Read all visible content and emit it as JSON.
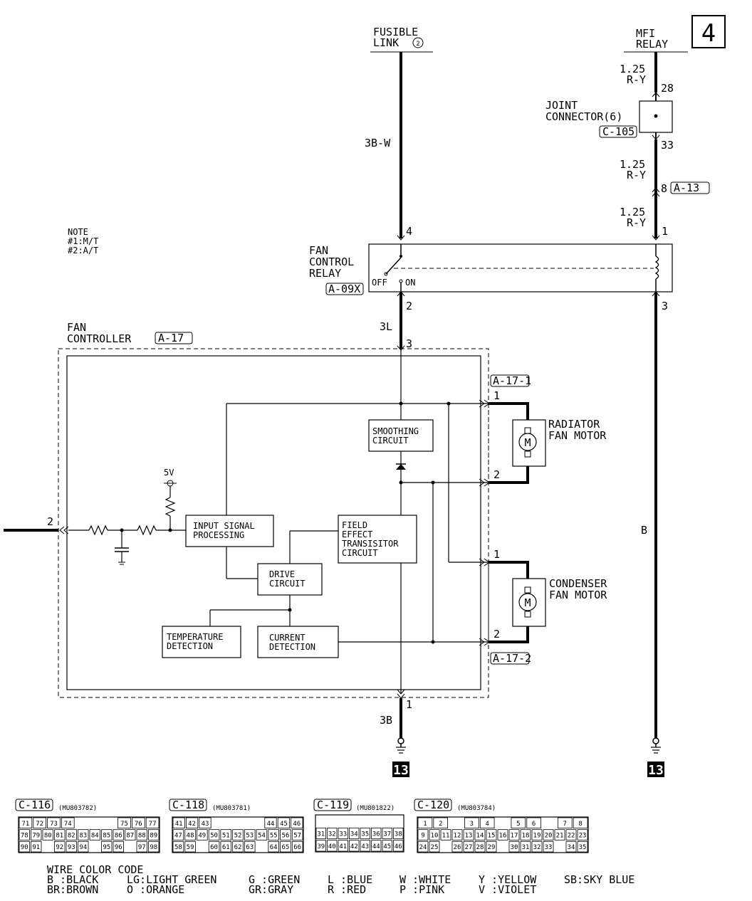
{
  "page_number": "4",
  "note": {
    "title": "NOTE",
    "lines": [
      "#1:M/T",
      "#2:A/T"
    ]
  },
  "top_sources": {
    "fusible_link": {
      "line1": "FUSIBLE",
      "line2": "LINK",
      "number": "2"
    },
    "mfi_relay": {
      "line1": "MFI",
      "line2": "RELAY"
    }
  },
  "joint_connector": {
    "line1": "JOINT",
    "line2": "CONNECTOR(6)",
    "code": "C-105",
    "pin_in": "28",
    "pin_out": "33"
  },
  "wires": {
    "w_3bw": "3B-W",
    "w_ry_1": [
      "1.25",
      "R-Y"
    ],
    "w_ry_2": [
      "1.25",
      "R-Y"
    ],
    "w_ry_3": [
      "1.25",
      "R-Y"
    ],
    "w_3l": "3L",
    "w_3b": "3B",
    "w_b": "B"
  },
  "connector_a13": {
    "pin": "8",
    "code": "A-13"
  },
  "fan_control_relay": {
    "lines": [
      "FAN",
      "CONTROL",
      "RELAY"
    ],
    "code": "A-09X",
    "pins": {
      "p4": "4",
      "p2": "2",
      "p1": "1",
      "p3": "3"
    },
    "off_label": "OFF",
    "on_label": "ON"
  },
  "fan_controller": {
    "line1": "FAN",
    "line2": "CONTROLLER",
    "code": "A-17",
    "pins": {
      "p3": "3",
      "p2": "2",
      "p1": "1"
    },
    "supply_label": "5V",
    "blocks": {
      "smoothing": [
        "SMOOTHING",
        "CIRCUIT"
      ],
      "input_signal": [
        "INPUT SIGNAL",
        "PROCESSING"
      ],
      "fet": [
        "FIELD",
        "EFFECT",
        "TRANSISITOR",
        "CIRCUIT"
      ],
      "drive": [
        "DRIVE",
        "CIRCUIT"
      ],
      "temperature": [
        "TEMPERATURE",
        "DETECTION"
      ],
      "current": [
        "CURRENT",
        "DETECTION"
      ]
    }
  },
  "motors": {
    "radiator": {
      "lines": [
        "RADIATOR",
        "FAN MOTOR"
      ],
      "connector": "A-17-1",
      "pin1": "1",
      "pin2": "2",
      "symbol": "M"
    },
    "condenser": {
      "lines": [
        "CONDENSER",
        "FAN MOTOR"
      ],
      "connector": "A-17-2",
      "pin1": "1",
      "pin2": "2",
      "symbol": "M"
    }
  },
  "grounds": {
    "left": "13",
    "right": "13"
  },
  "connector_tables": [
    {
      "code": "C-116",
      "part": "(MU803782)"
    },
    {
      "code": "C-118",
      "part": "(MU803781)"
    },
    {
      "code": "C-119",
      "part": "(MU801822)"
    },
    {
      "code": "C-120",
      "part": "(MU803784)"
    }
  ],
  "connector_pins": {
    "c116": [
      [
        "71",
        "72",
        "73",
        "74",
        "",
        "",
        "",
        "75",
        "76",
        "77"
      ],
      [
        "78",
        "79",
        "80",
        "81",
        "82",
        "83",
        "84",
        "85",
        "86",
        "87",
        "88",
        "89"
      ],
      [
        "90",
        "91",
        "",
        "92",
        "93",
        "94",
        "",
        "95",
        "96",
        "",
        "97",
        "98"
      ]
    ],
    "c118": [
      [
        "41",
        "42",
        "43",
        "",
        "",
        "",
        "",
        "44",
        "45",
        "46"
      ],
      [
        "47",
        "48",
        "49",
        "50",
        "51",
        "52",
        "53",
        "54",
        "55",
        "56",
        "57"
      ],
      [
        "58",
        "59",
        "",
        "60",
        "61",
        "62",
        "63",
        "",
        "64",
        "65",
        "66"
      ]
    ],
    "c119": [
      [],
      [
        "31",
        "32",
        "33",
        "34",
        "35",
        "36",
        "37",
        "38"
      ],
      [
        "39",
        "40",
        "41",
        "42",
        "43",
        "44",
        "45",
        "46"
      ]
    ],
    "c120": [
      [
        "1",
        "2",
        "",
        "3",
        "4",
        "",
        "5",
        "6",
        "",
        "7",
        "8"
      ],
      [
        "9",
        "10",
        "11",
        "12",
        "13",
        "14",
        "15",
        "16",
        "17",
        "18",
        "19",
        "20",
        "21",
        "22",
        "23"
      ],
      [
        "24",
        "25",
        "",
        "26",
        "27",
        "28",
        "29",
        "",
        "30",
        "31",
        "32",
        "33",
        "",
        "34",
        "35"
      ]
    ]
  },
  "wire_color_code": {
    "title": "WIRE COLOR CODE",
    "row1": [
      "B :BLACK",
      "LG:LIGHT GREEN",
      "G :GREEN",
      "L :BLUE",
      "W :WHITE",
      "Y :YELLOW",
      "SB:SKY BLUE"
    ],
    "row2": [
      "BR:BROWN",
      "O :ORANGE",
      "GR:GRAY",
      "R :RED",
      "P :PINK",
      "V :VIOLET"
    ]
  }
}
